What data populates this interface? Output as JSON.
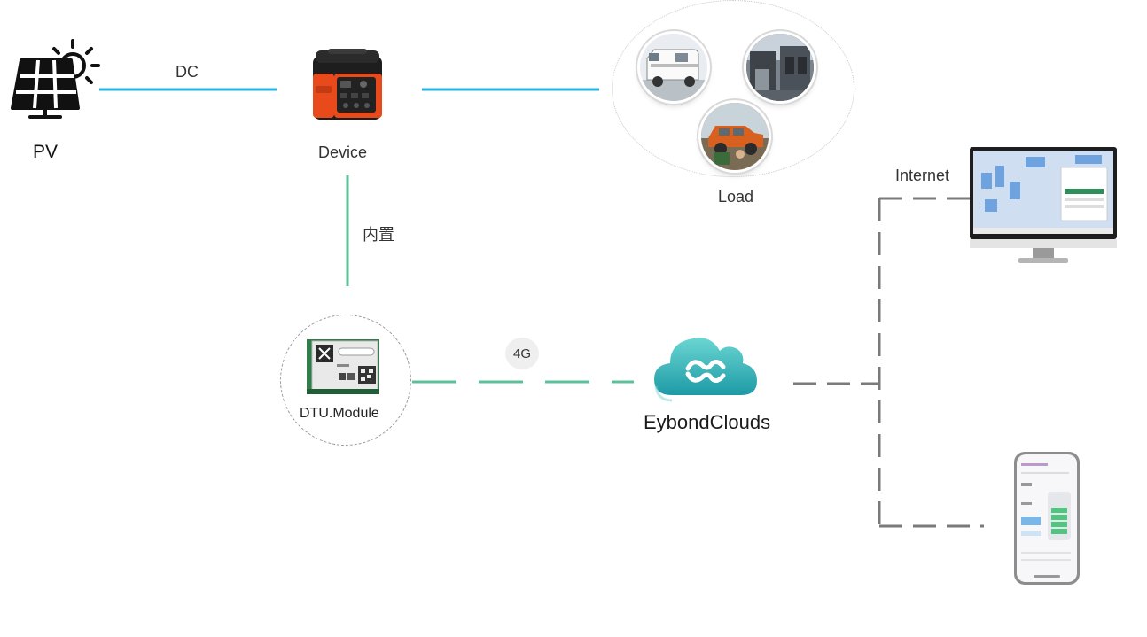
{
  "nodes": {
    "pv": {
      "label": "PV"
    },
    "device": {
      "label": "Device"
    },
    "load": {
      "label": "Load"
    },
    "dtu": {
      "label": "DTU.Module"
    },
    "cloud": {
      "label": "EybondClouds"
    }
  },
  "edges": {
    "pv_device": {
      "label": "DC"
    },
    "device_dtu": {
      "label": "内置"
    },
    "dtu_cloud": {
      "label": "4G"
    },
    "cloud_monitor": {
      "label": "Internet"
    }
  },
  "colors": {
    "power_line": "#1fb5e3",
    "internal_line": "#5cc09a",
    "network_line": "#7a7a7a",
    "device_orange": "#e84a1c",
    "cloud_teal": "#37b8b8"
  },
  "icons": {
    "pv": "solar-panel-icon",
    "cloud": "cloud-icon"
  }
}
